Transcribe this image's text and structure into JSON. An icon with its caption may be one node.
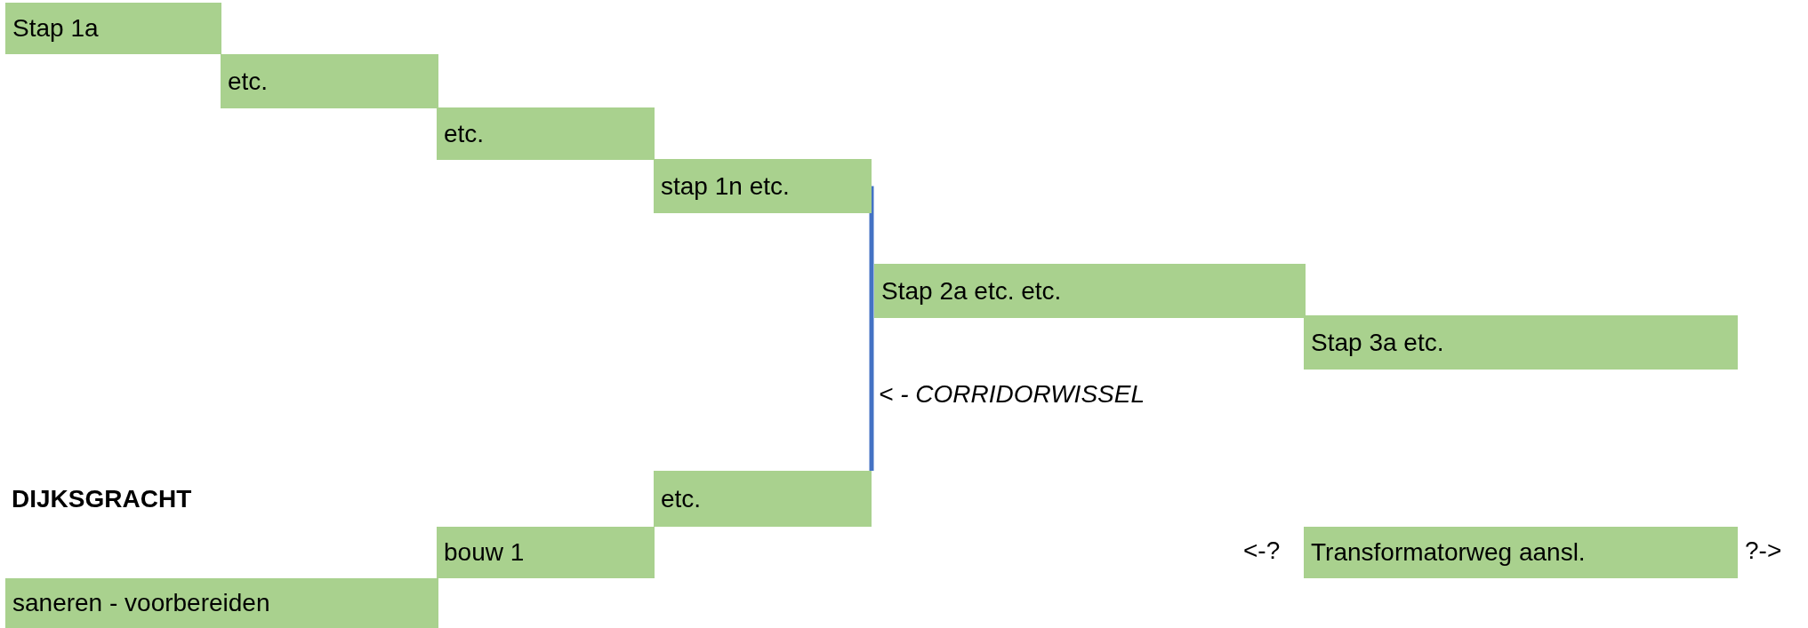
{
  "diagram": {
    "nodes": [
      {
        "text": [
          "Stap 1a"
        ]
      },
      {
        "text": [
          "etc."
        ]
      },
      {
        "text": [
          "etc."
        ]
      },
      {
        "text": [
          "stap 1n etc."
        ]
      },
      {
        "text": [
          "Stap 2a etc. etc."
        ]
      },
      {
        "text": [
          "Stap 3a etc."
        ]
      },
      {
        "text": [
          "etc."
        ]
      },
      {
        "text": [
          "bouw 1"
        ]
      },
      {
        "text": [
          "saneren  - voorbereiden"
        ]
      },
      {
        "text": [
          "Transformatorweg aansl."
        ]
      }
    ],
    "edges": [
      {
        "from": 3,
        "to": 6,
        "arrow": "none",
        "color": "#4472c4"
      }
    ],
    "labels": [
      "DIJKSGRACHT",
      "< - CORRIDORWISSEL",
      "<-?",
      "?->"
    ]
  }
}
